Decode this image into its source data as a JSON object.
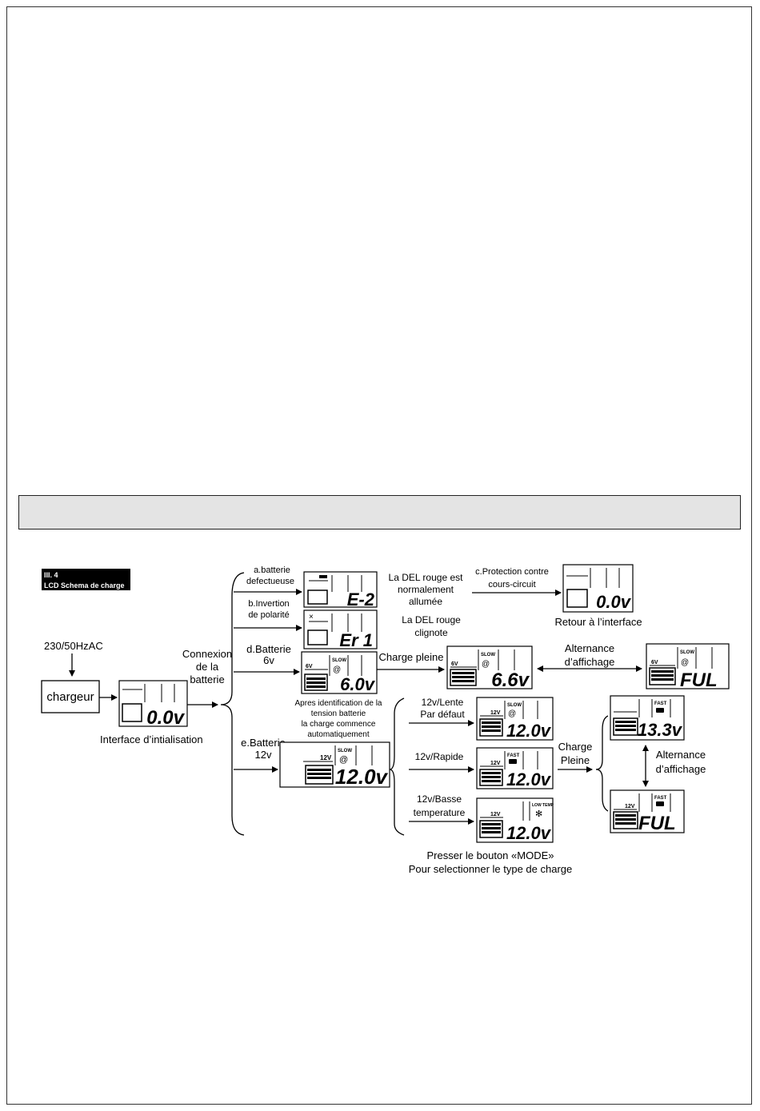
{
  "figure_tag": {
    "line1": "Ill. 4",
    "line2": "LCD Schema de charge"
  },
  "input_label": "230/50HzAC",
  "charger": {
    "label": "chargeur",
    "caption": "Interface d’intialisation",
    "reading": "0.0v"
  },
  "connexion": {
    "line1": "Connexion",
    "line2": "de la",
    "line3": "batterie"
  },
  "branch_a": {
    "line1": "a.batterie",
    "line2": "defectueuse",
    "code": "E-2"
  },
  "branch_b": {
    "line1": "b.Invertion",
    "line2": "de polarité",
    "code": "Er 1"
  },
  "branch_d": {
    "line1": "d.Batterie",
    "line2": "6v",
    "reading": "6.0v",
    "badge": "6V",
    "mode": "SLOW"
  },
  "branch_e": {
    "line1": "e.Batterie",
    "line2": "12v",
    "reading": "12.0v",
    "badge": "12V",
    "mode": "SLOW"
  },
  "red_led_on": {
    "line1": "La DEL rouge est",
    "line2": "normalement",
    "line3": "allumée"
  },
  "red_led_blink": {
    "line1": "La DEL rouge",
    "line2": "clignote"
  },
  "protection": {
    "line1": "c.Protection contre",
    "line2": "cours-circuit",
    "reading": "0.0v",
    "caption": "Retour à l’interface"
  },
  "after_ident": {
    "line1": "Apres identification de la",
    "line2": "tension batterie",
    "line3": "la charge commence",
    "line4": "automatiquement"
  },
  "six_v_full": {
    "label": "Charge pleine",
    "reading": "6.6v",
    "badge": "6V",
    "mode": "SLOW",
    "full_text": "FUL"
  },
  "alternance_1": {
    "line1": "Alternance",
    "line2": "d’affichage"
  },
  "modes_12v": [
    {
      "line1": "12v/Lente",
      "line2": "Par défaut",
      "reading": "12.0v",
      "badge": "12V",
      "mode": "SLOW"
    },
    {
      "line1": "12v/Rapide",
      "line2": "",
      "reading": "12.0v",
      "badge": "12V",
      "mode": "FAST"
    },
    {
      "line1": "12v/Basse",
      "line2": "temperature",
      "reading": "12.0v",
      "badge": "12V",
      "mode": "LOW TEMP"
    }
  ],
  "charge_pleine_2": {
    "line1": "Charge",
    "line2": "Pleine"
  },
  "fast_full": {
    "reading": "13.3v",
    "mode": "FAST",
    "badge": "12V",
    "full_text": "FUL"
  },
  "alternance_2": {
    "line1": "Alternance",
    "line2": "d’affichage"
  },
  "mode_button": {
    "line1": "Presser le bouton «MODE»",
    "line2": "Pour selectionner le type de charge"
  },
  "icons": [
    "battery-icon",
    "snail-icon",
    "fast-car-icon",
    "snowflake-icon",
    "arrow-icon"
  ]
}
